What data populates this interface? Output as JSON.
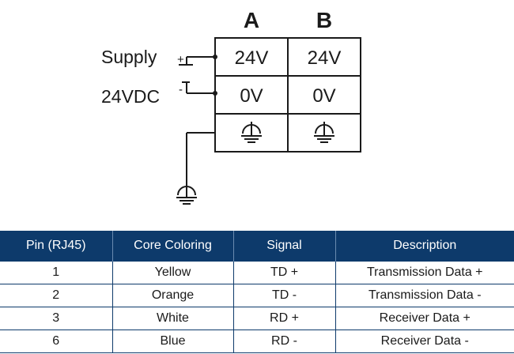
{
  "diagram": {
    "columns": [
      "A",
      "B"
    ],
    "supply_label": "Supply",
    "voltage_label": "24VDC",
    "polarity": {
      "plus": "+",
      "minus": "-"
    },
    "rows": [
      {
        "a": "24V",
        "b": "24V"
      },
      {
        "a": "0V",
        "b": "0V"
      },
      {
        "a_icon": "ground-icon",
        "b_icon": "ground-icon"
      }
    ],
    "earth_icon": "earth-ground-icon",
    "colors": {
      "line": "#1a1a1a"
    }
  },
  "table": {
    "header_color": "#0d3a6b",
    "headers": [
      "Pin (RJ45)",
      "Core Coloring",
      "Signal",
      "Description"
    ],
    "rows": [
      [
        "1",
        "Yellow",
        "TD +",
        "Transmission Data +"
      ],
      [
        "2",
        "Orange",
        "TD -",
        "Transmission Data -"
      ],
      [
        "3",
        "White",
        "RD +",
        "Receiver Data +"
      ],
      [
        "6",
        "Blue",
        "RD -",
        "Receiver Data -"
      ]
    ]
  }
}
